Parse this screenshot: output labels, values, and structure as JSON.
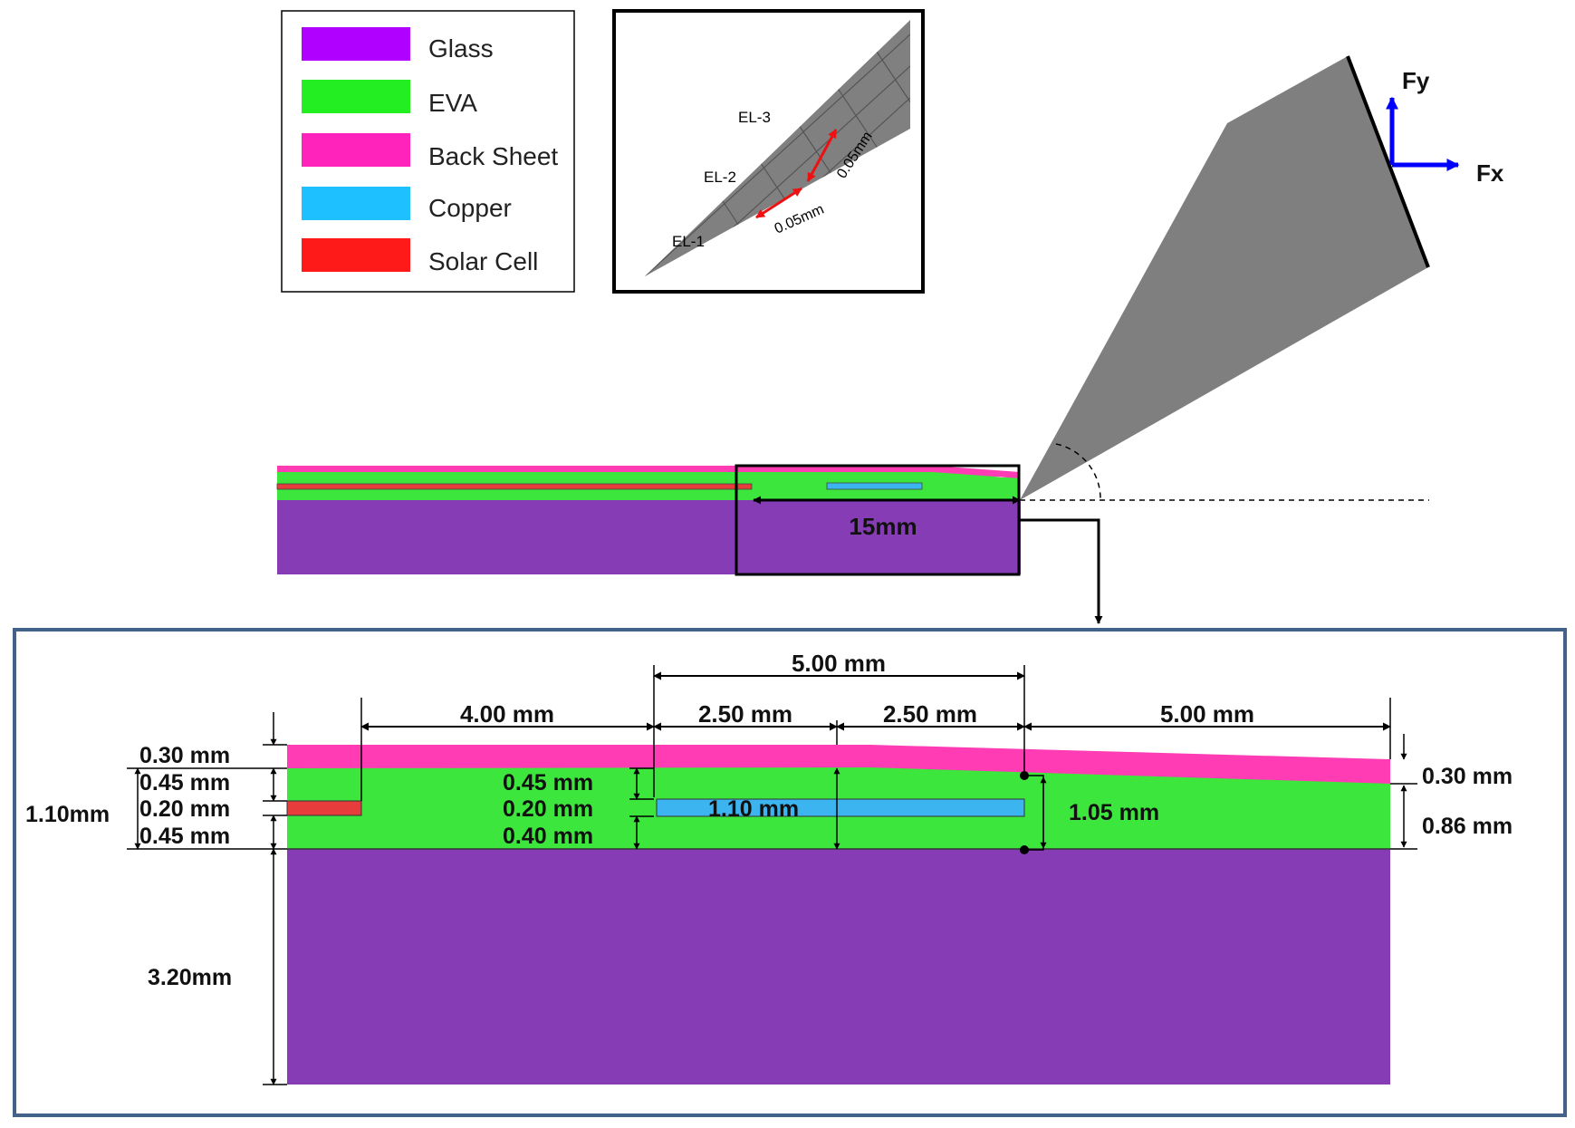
{
  "legend": {
    "items": [
      {
        "label": "Glass",
        "color": "#b000ff"
      },
      {
        "label": "EVA",
        "color": "#22ee22"
      },
      {
        "label": "Back Sheet",
        "color": "#ff22bb"
      },
      {
        "label": "Copper",
        "color": "#1ec0ff"
      },
      {
        "label": "Solar Cell",
        "color": "#ff1a1a"
      }
    ]
  },
  "mesh_inset": {
    "elements": [
      "EL-1",
      "EL-2",
      "EL-3"
    ],
    "size_label_1": "0.05mm",
    "size_label_2": "0.05mm",
    "mesh_color": "#808080"
  },
  "peel_setup": {
    "force_x_label": "Fx",
    "force_y_label": "Fy",
    "width_label": "15mm",
    "arrow_color": "#0000ff"
  },
  "cross_section": {
    "colors": {
      "glass": "#863cb4",
      "eva": "#3ce63c",
      "backsheet": "#ff3cb4",
      "copper": "#3cb4f0",
      "cell": "#e63c3c",
      "frame": "#41638a"
    },
    "top_dims": {
      "total_top": "5.00 mm",
      "cell_gap": "4.00 mm",
      "copper_left": "2.50 mm",
      "copper_right": "2.50 mm",
      "right_span": "5.00 mm"
    },
    "left_dims": {
      "backsheet": "0.30 mm",
      "eva_top": "0.45 mm",
      "cell": "0.20 mm",
      "eva_bottom": "0.45 mm",
      "total_eva": "1.10mm",
      "glass": "3.20mm"
    },
    "center_dims": {
      "eva_top": "0.45 mm",
      "copper": "0.20 mm",
      "eva_bottom": "0.40 mm",
      "total": "1.10 mm",
      "edge": "1.05 mm"
    },
    "right_dims": {
      "backsheet": "0.30 mm",
      "eva": "0.86 mm"
    }
  }
}
